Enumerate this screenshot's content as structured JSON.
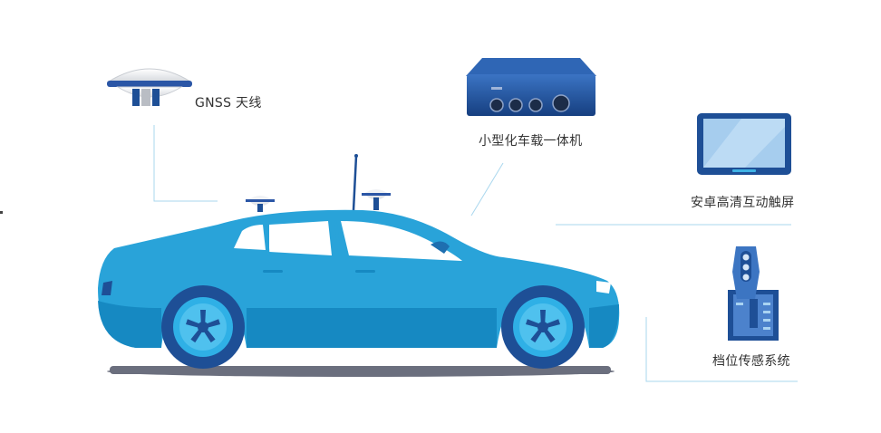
{
  "labels": {
    "gnss": "GNSS 天线",
    "unit": "小型化车载一体机",
    "screen": "安卓高清互动触屏",
    "gear": "档位传感系统"
  },
  "colors": {
    "body_light": "#29a3d9",
    "body_dark": "#1689c2",
    "shadow": "#6b6f7e",
    "navy": "#1e4f96",
    "line": "#a9d7ee",
    "screen": "#a6cdee"
  },
  "icons": [
    "gnss-antenna-icon",
    "vehicle-unit-icon",
    "touchscreen-icon",
    "gear-sensor-icon",
    "car-icon"
  ]
}
